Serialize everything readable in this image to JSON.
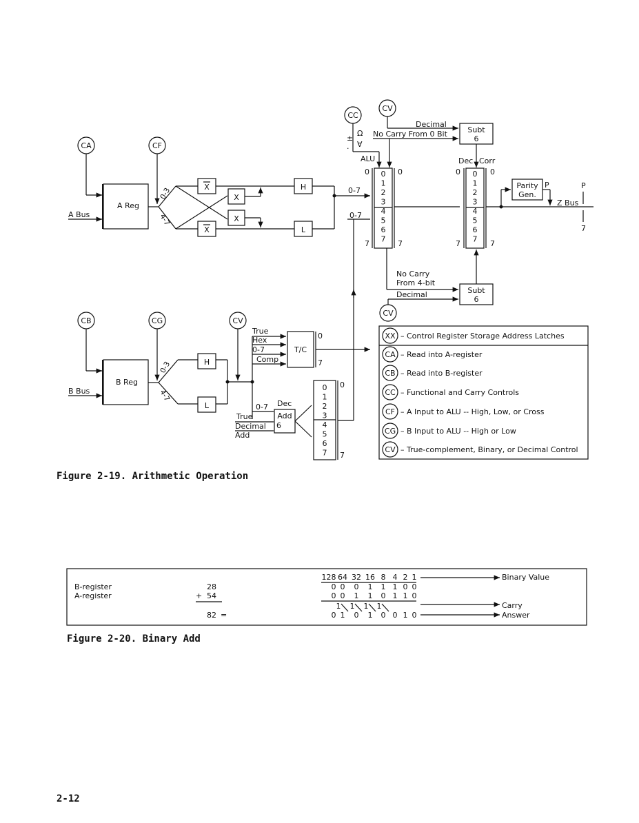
{
  "fig19": {
    "caption": "Figure 2-19.  Arithmetic Operation",
    "circles": {
      "cc": "CC",
      "cv_top": "CV",
      "ca": "CA",
      "cf": "CF",
      "cb": "CB",
      "cg": "CG",
      "cv_mid": "CV",
      "cv_bot": "CV"
    },
    "a_bus": "A Bus",
    "a_reg": "A Reg",
    "b_bus": "B Bus",
    "b_reg": "B Reg",
    "lbl_03": "0-3",
    "lbl_47": "4-7",
    "x_bar": "X",
    "x": "X",
    "h": "H",
    "l": "L",
    "lbl_07": "0-7",
    "cc_sym1": "Ω",
    "cc_sym2": "±",
    "cc_sym3": "∀",
    "cc_dot": ".",
    "decimal": "Decimal",
    "no_carry_0": "No Carry From 0 Bit",
    "subt": "Subt",
    "six": "6",
    "alu": "ALU",
    "dec_corr_dec": "Dec",
    "dec_corr_corr": "Corr",
    "reg_bits": [
      "0",
      "1",
      "2",
      "3",
      "4",
      "5",
      "6",
      "7"
    ],
    "side_0": "0",
    "side_7": "7",
    "parity": "Parity",
    "gen": "Gen.",
    "p": "P",
    "z_bus": "Z Bus",
    "no_carry_4a": "No Carry",
    "no_carry_4b": "From 4-bit",
    "tc_true": "True",
    "tc_hex": "Hex",
    "tc_07": "0-7",
    "tc_comp": "Comp",
    "tc": "T/C",
    "add_dec": "Dec",
    "add_add": "Add",
    "add_true": "True",
    "add_decimal": "Decimal",
    "add_add2": "Add"
  },
  "legend": {
    "xx_code": "XX",
    "items": [
      {
        "code": "XX",
        "text": "– Control Register Storage Address Latches"
      },
      {
        "code": "CA",
        "text": "– Read into A-register"
      },
      {
        "code": "CB",
        "text": "– Read into B-register"
      },
      {
        "code": "CC",
        "text": "– Functional and Carry Controls"
      },
      {
        "code": "CF",
        "text": "– A Input to ALU -- High, Low, or Cross"
      },
      {
        "code": "CG",
        "text": "– B Input to ALU -- High or Low"
      },
      {
        "code": "CV",
        "text": "– True-complement, Binary, or Decimal Control"
      }
    ]
  },
  "fig20": {
    "caption": "Figure 2-20.  Binary Add",
    "header_values": [
      "128",
      "64",
      "32",
      "16",
      "8",
      "4",
      "2",
      "1"
    ],
    "binary_value_label": "Binary Value",
    "b_label": "B-register",
    "b_dec": "28",
    "b_bits": [
      "0",
      "0",
      "0",
      "1",
      "1",
      "1",
      "0",
      "0"
    ],
    "a_label": "A-register",
    "a_plus": "+",
    "a_dec": "54",
    "a_bits": [
      "0",
      "0",
      "1",
      "1",
      "0",
      "1",
      "1",
      "0"
    ],
    "carry_label": "Carry",
    "carries": [
      "1",
      "1",
      "1",
      "1"
    ],
    "sum_dec": "82",
    "eq": "=",
    "answer_bits": [
      "0",
      "1",
      "0",
      "1",
      "0",
      "0",
      "1",
      "0"
    ],
    "answer_label": "Answer"
  },
  "page_number": "2-12"
}
